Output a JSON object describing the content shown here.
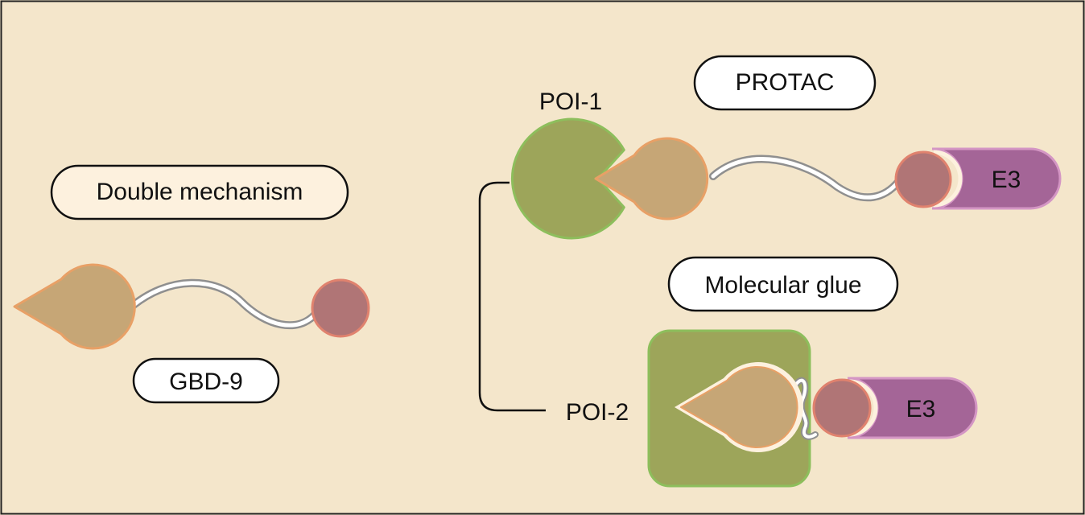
{
  "labels": {
    "double_mechanism": "Double mechanism",
    "gbd9": "GBD-9",
    "poi1": "POI-1",
    "poi2": "POI-2",
    "protac": "PROTAC",
    "molecular_glue": "Molecular glue",
    "e3_top": "E3",
    "e3_bottom": "E3"
  },
  "colors": {
    "background": "#f4e6cb",
    "pill_highlight_fill": "#fdf1de",
    "pill_fill": "#ffffff",
    "ligand_fill": "#c6a676",
    "ligand_stroke": "#e8a066",
    "e3_ligand_fill": "#b07576",
    "e3_ligand_stroke": "#e0826e",
    "poi_fill": "#9da55a",
    "poi_stroke": "#8dbe5c",
    "e3_fill": "#a46597",
    "e3_stroke": "#d496c4",
    "linker_stroke": "#9a9a9a"
  }
}
